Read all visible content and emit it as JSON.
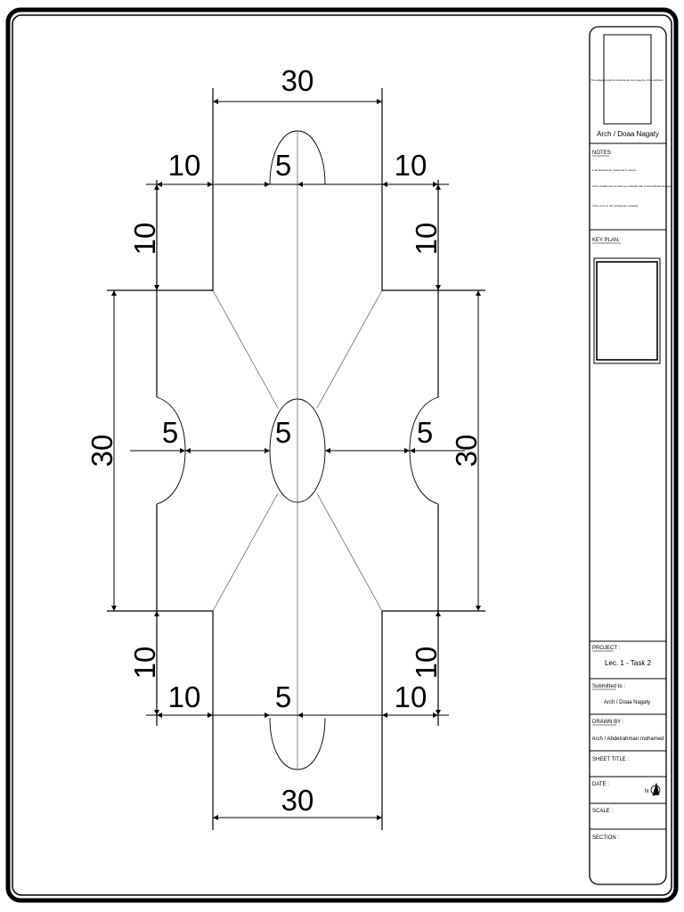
{
  "drawing": {
    "dimensions": {
      "top_30": "30",
      "bottom_30": "30",
      "left_30": "30",
      "right_30": "30",
      "top_left_10": "10",
      "top_right_10": "10",
      "bottom_left_10": "10",
      "bottom_right_10": "10",
      "left_upper_10": "10",
      "right_upper_10": "10",
      "left_lower_10": "10",
      "right_lower_10": "10",
      "top_5": "5",
      "bottom_5": "5",
      "center_5": "5",
      "left_5": "5",
      "right_5": "5"
    }
  },
  "title_block": {
    "logo_caption": "Arch / Doaa Nagaty",
    "logo_text": "This drawing and its contents are the property of the architect",
    "notes_label": "NOTES:",
    "notes": [
      "1-All dimensions measured in meters",
      "2-Any details are not clear you should refer to the architect designer",
      "3-Any error in the printing apt. drawing"
    ],
    "key_plan_label": "KEY PLAN:",
    "project_label": "PROJECT :",
    "project_value": "Lec. 1 - Task 2",
    "submitted_label": "Submitted to :",
    "submitted_value": "Arch / Doaa Nagaty",
    "drawn_label": "DRAWN BY :",
    "drawn_value": "Arch / Abdelrahman mohamed",
    "sheet_title_label": "SHEET TITLE :",
    "date_label": "DATE :",
    "north_label": "N",
    "scale_label": "SCALE :",
    "section_label": "SECTION :"
  }
}
